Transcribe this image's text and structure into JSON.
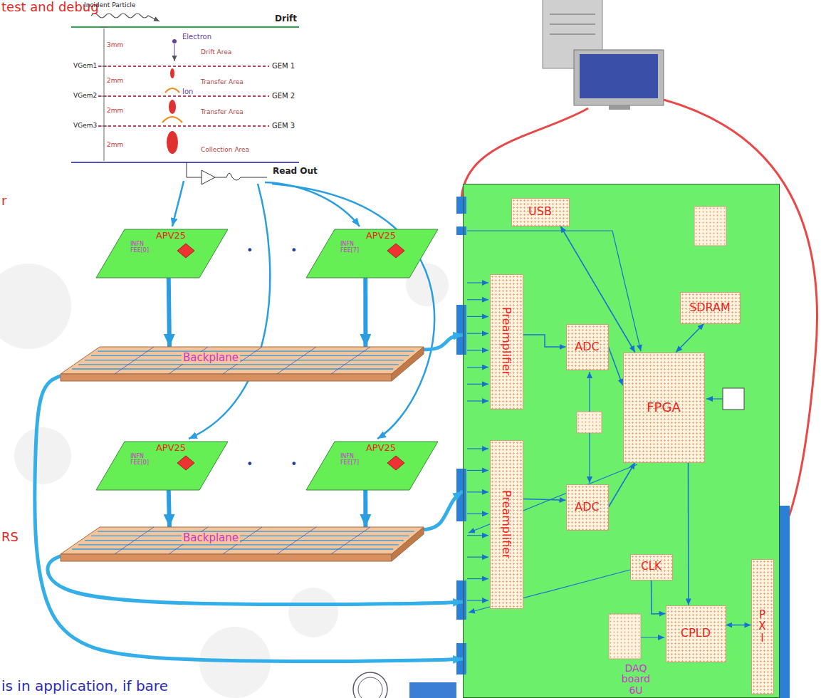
{
  "diagram": {
    "nodes": [
      {
        "text": [
          "APV25",
          "INFN FEE[0]"
        ]
      },
      {
        "text": [
          "APV25",
          "INFN FEE[7]"
        ]
      },
      {
        "text": [
          "Backplane"
        ]
      },
      {
        "text": [
          "APV25",
          "INFN FEE[0]"
        ]
      },
      {
        "text": [
          "APV25",
          "INFN FEE[7]"
        ]
      },
      {
        "text": [
          "Backplane"
        ]
      },
      {
        "text": [
          "DAQ board 6U"
        ]
      },
      {
        "text": [
          "USB"
        ],
        "in": 6
      },
      {
        "text": [
          "SDRAM"
        ],
        "in": 6
      },
      {
        "text": [
          "Preamplifier"
        ],
        "in": 6
      },
      {
        "text": [
          "ADC"
        ],
        "in": 6
      },
      {
        "text": [
          "FPGA"
        ],
        "in": 6
      },
      {
        "text": [
          "Preamplifier"
        ],
        "in": 6
      },
      {
        "text": [
          "ADC"
        ],
        "in": 6
      },
      {
        "text": [
          "CLK"
        ],
        "in": 6
      },
      {
        "text": [
          "CPLD"
        ],
        "in": 6
      },
      {
        "text": [
          "P X I"
        ],
        "in": 6
      }
    ],
    "edges": [
      {
        "from": 0,
        "to": 2,
        "arrow": "to"
      },
      {
        "from": 1,
        "to": 2,
        "arrow": "to"
      },
      {
        "from": 3,
        "to": 5,
        "arrow": "to"
      },
      {
        "from": 4,
        "to": 5,
        "arrow": "to"
      },
      {
        "from": 2,
        "to": 6,
        "arrow": "to"
      },
      {
        "from": 2,
        "to": 6,
        "arrow": "to"
      },
      {
        "from": 5,
        "to": 6,
        "arrow": "to"
      },
      {
        "from": 5,
        "to": 6,
        "arrow": "to"
      },
      {
        "from": 9,
        "to": 10,
        "arrow": "to"
      },
      {
        "from": 12,
        "to": 13,
        "arrow": "to"
      },
      {
        "from": 10,
        "to": 11,
        "arrow": "to"
      },
      {
        "from": 13,
        "to": 11,
        "arrow": "to"
      },
      {
        "from": 11,
        "to": 7,
        "arrow": "both"
      },
      {
        "from": 11,
        "to": 8,
        "arrow": "both"
      },
      {
        "from": 11,
        "to": 15,
        "arrow": "to"
      },
      {
        "from": 14,
        "to": 15,
        "arrow": "to"
      },
      {
        "from": 15,
        "to": 16,
        "arrow": "both"
      }
    ],
    "labels": [
      "test and debug",
      "r",
      "RS",
      "is in application, if bare",
      "Incident Particle",
      "Drift",
      "Electron",
      "VGem1",
      "3mm",
      "Drift Area",
      "GEM 1",
      "VGem2",
      "2mm",
      "Ion",
      "Transfer Area",
      "GEM 2",
      "VGem3",
      "2mm",
      "Transfer Area",
      "GEM 3",
      "2mm",
      "Collection Area",
      "Read Out",
      "•",
      "•",
      "•",
      "•"
    ]
  }
}
